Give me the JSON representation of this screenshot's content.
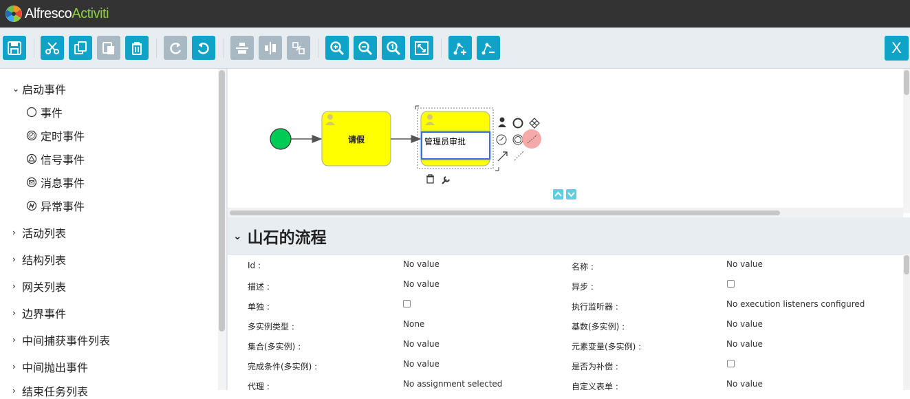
{
  "app": {
    "brand_main": "Alfresco",
    "brand_sub": "Activiti"
  },
  "toolbar": {
    "close_label": "X",
    "buttons": [
      {
        "name": "save",
        "enabled": true
      },
      {
        "name": "cut",
        "enabled": true
      },
      {
        "name": "copy",
        "enabled": true
      },
      {
        "name": "paste",
        "enabled": false
      },
      {
        "name": "delete",
        "enabled": true
      },
      {
        "name": "redo",
        "enabled": false
      },
      {
        "name": "undo",
        "enabled": true
      },
      {
        "name": "align-horizontal",
        "enabled": false
      },
      {
        "name": "align-vertical",
        "enabled": false
      },
      {
        "name": "same-size",
        "enabled": false
      },
      {
        "name": "zoom-in",
        "enabled": true
      },
      {
        "name": "zoom-out",
        "enabled": true
      },
      {
        "name": "zoom-actual",
        "enabled": true
      },
      {
        "name": "zoom-fit",
        "enabled": true
      },
      {
        "name": "add-bendpoint",
        "enabled": true
      },
      {
        "name": "remove-bendpoint",
        "enabled": true
      }
    ]
  },
  "palette": {
    "groups": [
      {
        "label": "启动事件",
        "expanded": true
      },
      {
        "label": "活动列表",
        "expanded": false
      },
      {
        "label": "结构列表",
        "expanded": false
      },
      {
        "label": "网关列表",
        "expanded": false
      },
      {
        "label": "边界事件",
        "expanded": false
      },
      {
        "label": "中间捕获事件列表",
        "expanded": false
      },
      {
        "label": "中间抛出事件",
        "expanded": false
      },
      {
        "label": "结束任务列表",
        "expanded": false
      }
    ],
    "start_items": [
      {
        "label": "事件",
        "icon": "circle-icon"
      },
      {
        "label": "定时事件",
        "icon": "timer-icon"
      },
      {
        "label": "信号事件",
        "icon": "signal-icon"
      },
      {
        "label": "消息事件",
        "icon": "message-icon"
      },
      {
        "label": "异常事件",
        "icon": "error-icon"
      }
    ]
  },
  "canvas": {
    "task1_label": "请假",
    "task2_edit_value": "管理员审批"
  },
  "properties": {
    "title": "山石的流程",
    "rows": [
      {
        "l1": "Id :",
        "v1": "No value",
        "l2": "名称 :",
        "v2": "No value"
      },
      {
        "l1": "描述 :",
        "v1": "No value",
        "l2": "异步 :",
        "v2": ""
      },
      {
        "l1": "单独 :",
        "v1": "",
        "l2": "执行监听器 :",
        "v2": "No execution listeners configured"
      },
      {
        "l1": "多实例类型 :",
        "v1": "None",
        "l2": "基数(多实例) :",
        "v2": "No value"
      },
      {
        "l1": "集合(多实例) :",
        "v1": "No value",
        "l2": "元素变量(多实例) :",
        "v2": "No value"
      },
      {
        "l1": "完成条件(多实例) :",
        "v1": "No value",
        "l2": "是否为补偿 :",
        "v2": ""
      },
      {
        "l1": "代理 :",
        "v1": "No assignment selected",
        "l2": "自定义表单 :",
        "v2": "No value"
      }
    ]
  },
  "colors": {
    "accent": "#0fa3c8",
    "disabled": "#a9b9c4",
    "task_fill": "#ffff00",
    "start_event": "#00cc55"
  }
}
